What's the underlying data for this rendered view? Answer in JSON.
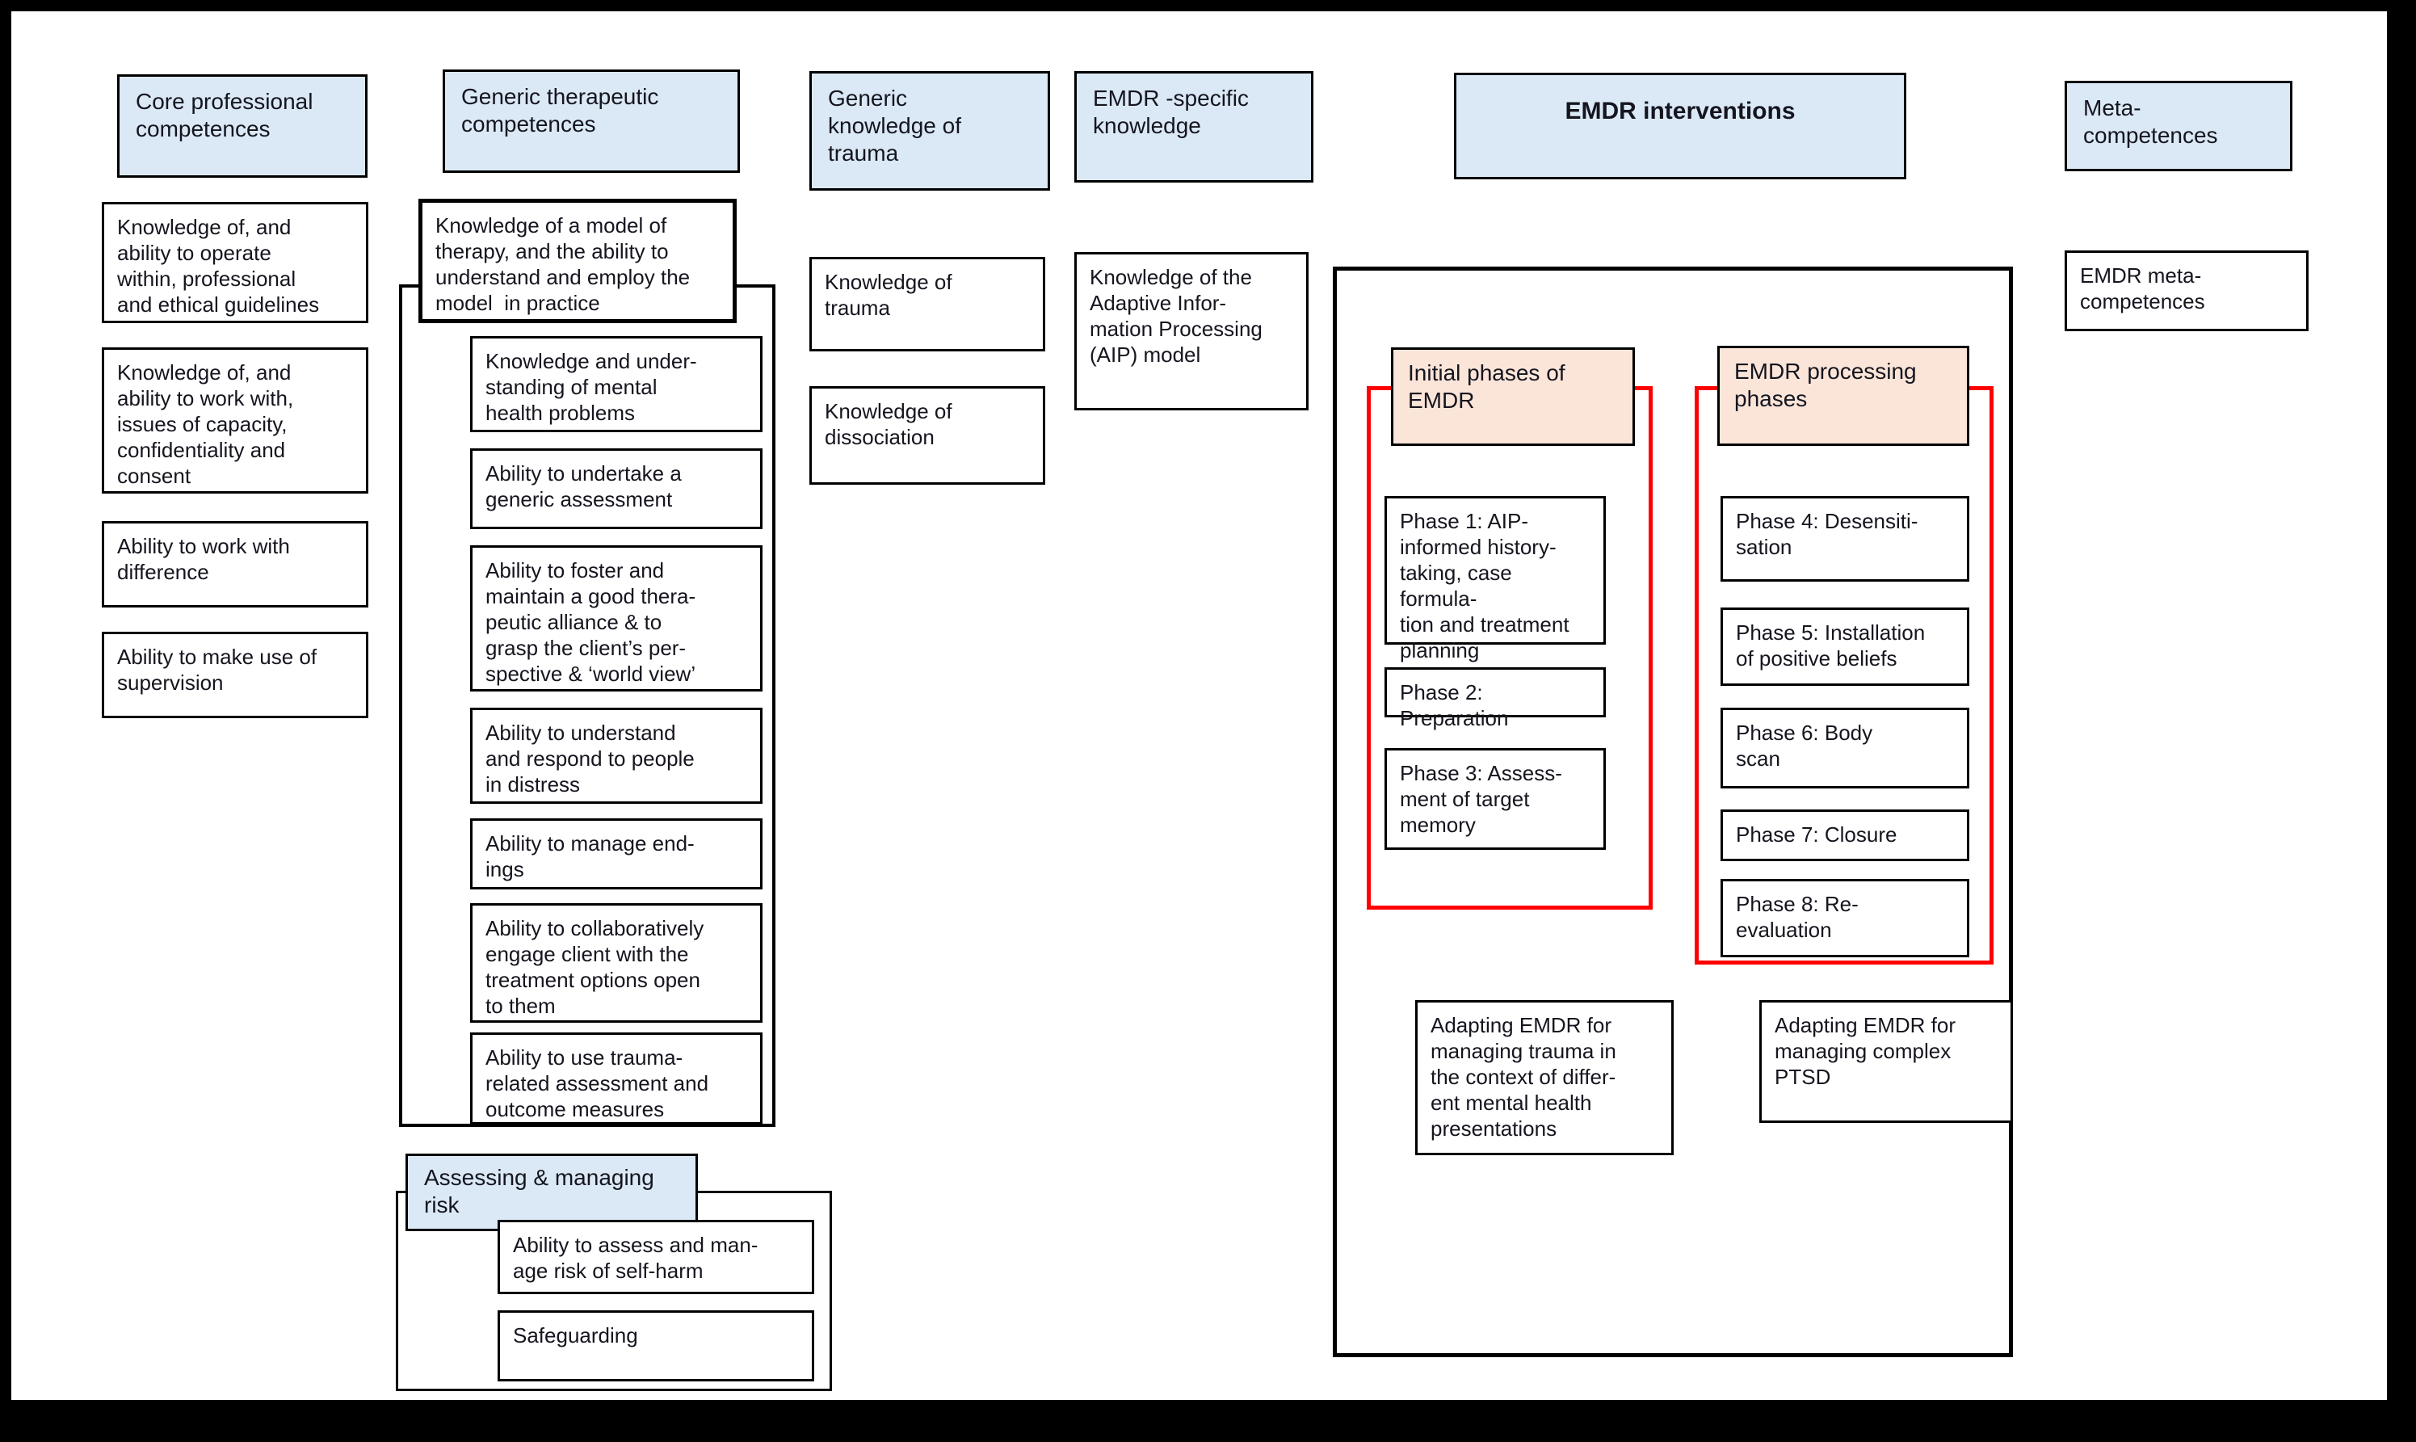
{
  "colors": {
    "header_fill": "#dbe9f6",
    "phase_group_fill": "#fbe5d8",
    "group_outline_red": "#ff0000",
    "box_border_black": "#000000",
    "page_background": "#ffffff"
  },
  "columns": {
    "core": {
      "header": "Core professional\ncompetences",
      "boxes": [
        "Knowledge of, and\nability to operate\nwithin, professional\nand ethical guidelines",
        "Knowledge of, and\nability to work with,\nissues of capacity,\nconfidentiality and\nconsent",
        "Ability to work with\ndifference",
        "Ability to make use of\nsupervision"
      ]
    },
    "generic": {
      "header": "Generic therapeutic\ncompetences",
      "model_box": "Knowledge of a model of\ntherapy, and the ability to\nunderstand and employ the\nmodel  in practice",
      "boxes": [
        "Knowledge and under-\nstanding of mental\nhealth problems",
        "Ability to undertake a\ngeneric assessment",
        "Ability to foster and\nmaintain a good thera-\npeutic alliance & to\ngrasp the client’s per-\nspective & ‘world view’",
        "Ability to understand\nand respond to people\nin distress",
        "Ability to manage end-\nings",
        "Ability to collaboratively\nengage client with the\ntreatment options open\nto them",
        "Ability to use trauma-\nrelated assessment and\noutcome measures"
      ],
      "risk": {
        "header": "Assessing & managing\nrisk",
        "boxes": [
          "Ability to assess and man-\nage risk of self-harm",
          "Safeguarding"
        ]
      }
    },
    "trauma": {
      "header": "Generic\nknowledge of\ntrauma",
      "boxes": [
        "Knowledge of\ntrauma",
        "Knowledge of\ndissociation"
      ]
    },
    "emdr_specific": {
      "header": "EMDR -specific\nknowledge",
      "boxes": [
        "Knowledge of the\nAdaptive Infor-\nmation Processing\n(AIP) model"
      ]
    },
    "interventions": {
      "header": "EMDR interventions",
      "initial": {
        "label": "Initial phases of\nEMDR",
        "phases": [
          "Phase 1: AIP-\ninformed history-\ntaking, case formula-\ntion and treatment\nplanning",
          "Phase 2: Preparation",
          "Phase 3: Assess-\nment of target\nmemory"
        ]
      },
      "processing": {
        "label": "EMDR processing\nphases",
        "phases": [
          "Phase 4: Desensiti-\nsation",
          "Phase 5: Installation\nof positive beliefs",
          "Phase 6: Body\nscan",
          "Phase 7: Closure",
          "Phase 8: Re-\nevaluation"
        ]
      },
      "adaptations": [
        "Adapting EMDR for\nmanaging trauma in\nthe context of differ-\nent mental health\npresentations",
        "Adapting EMDR for\nmanaging complex\nPTSD"
      ]
    },
    "meta": {
      "header": "Meta-\ncompetences",
      "boxes": [
        "EMDR meta-\ncompetences"
      ]
    }
  }
}
